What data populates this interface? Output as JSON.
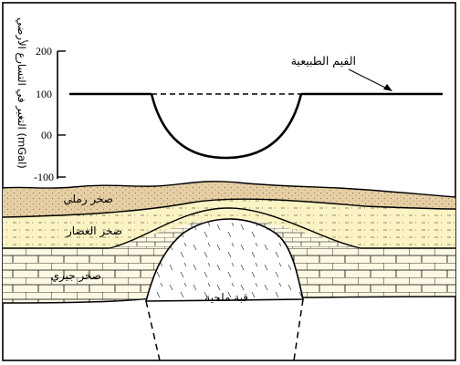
{
  "gravity_profile": {
    "axis_title": "التغير في التسارع الأرضي (mGal)",
    "ticks": [
      "200",
      "100",
      "00",
      "-100"
    ],
    "natural_value_label": "القيم الطبيعية"
  },
  "layers": {
    "sandstone": "صخر رملي",
    "shale": "صخر الغضار",
    "limestone": "صخر جيري",
    "salt_dome": "قبة ملحية"
  },
  "colors": {
    "sand": "#e6cfa4",
    "shale": "#fbf3c4",
    "limestone": "#fdf8e4",
    "outline": "#000000",
    "background": "#ffffff"
  }
}
